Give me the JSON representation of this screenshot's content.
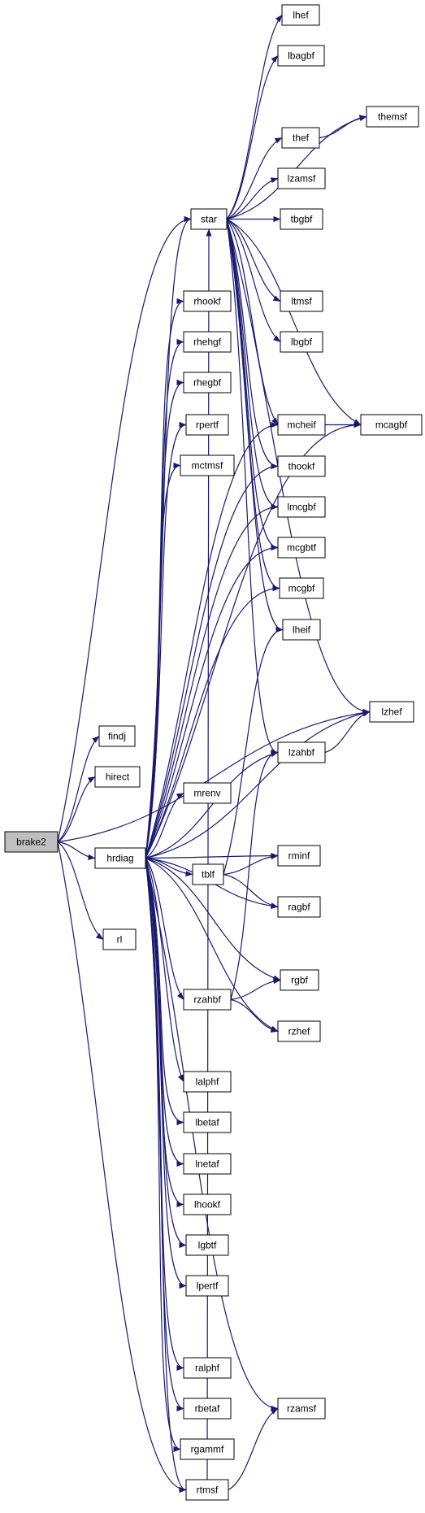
{
  "colors": {
    "edge": "#191970",
    "root_fill": "#bfbfbf",
    "node_fill": "#ffffff",
    "node_border": "#000000"
  },
  "root": "brake2",
  "nodes": [
    "brake2",
    "findj",
    "hirect",
    "hrdiag",
    "rl",
    "star",
    "lhef",
    "lbagbf",
    "thef",
    "themsf",
    "lzamsf",
    "tbgbf",
    "ltmsf",
    "lbgbf",
    "mcheif",
    "mcagbf",
    "thookf",
    "lmcgbf",
    "mcgbtf",
    "mcgbf",
    "lheif",
    "lzhef",
    "lzahbf",
    "rhookf",
    "rhehgf",
    "rhegbf",
    "rpertf",
    "mctmsf",
    "mrenv",
    "tblf",
    "rminf",
    "ragbf",
    "rgbf",
    "rzahbf",
    "rzhef",
    "lalphf",
    "lbetaf",
    "lnetaf",
    "lhookf",
    "lgbtf",
    "lpertf",
    "ralphf",
    "rbetaf",
    "rgammf",
    "rtmsf",
    "rzamsf"
  ],
  "edges": [
    [
      "brake2",
      "findj"
    ],
    [
      "brake2",
      "hirect"
    ],
    [
      "brake2",
      "hrdiag"
    ],
    [
      "brake2",
      "rl"
    ],
    [
      "brake2",
      "star"
    ],
    [
      "brake2",
      "lzhef"
    ],
    [
      "brake2",
      "rtmsf"
    ],
    [
      "star",
      "lhef"
    ],
    [
      "star",
      "lbagbf"
    ],
    [
      "star",
      "thef"
    ],
    [
      "star",
      "themsf"
    ],
    [
      "star",
      "lzamsf"
    ],
    [
      "star",
      "tbgbf"
    ],
    [
      "star",
      "ltmsf"
    ],
    [
      "star",
      "lbgbf"
    ],
    [
      "star",
      "mcheif"
    ],
    [
      "star",
      "mcagbf"
    ],
    [
      "star",
      "thookf"
    ],
    [
      "star",
      "lmcgbf"
    ],
    [
      "star",
      "mcgbtf"
    ],
    [
      "star",
      "mcgbf"
    ],
    [
      "star",
      "lheif"
    ],
    [
      "star",
      "lzhef"
    ],
    [
      "star",
      "lzahbf"
    ],
    [
      "thef",
      "themsf"
    ],
    [
      "mcheif",
      "mcagbf"
    ],
    [
      "lzahbf",
      "lzhef"
    ],
    [
      "hrdiag",
      "star"
    ],
    [
      "hrdiag",
      "rhookf"
    ],
    [
      "hrdiag",
      "rhehgf"
    ],
    [
      "hrdiag",
      "rhegbf"
    ],
    [
      "hrdiag",
      "rpertf"
    ],
    [
      "hrdiag",
      "mctmsf"
    ],
    [
      "hrdiag",
      "mcheif"
    ],
    [
      "hrdiag",
      "thookf"
    ],
    [
      "hrdiag",
      "lmcgbf"
    ],
    [
      "hrdiag",
      "mcgbtf"
    ],
    [
      "hrdiag",
      "mcgbf"
    ],
    [
      "hrdiag",
      "mcagbf"
    ],
    [
      "hrdiag",
      "lzhef"
    ],
    [
      "hrdiag",
      "lzahbf"
    ],
    [
      "hrdiag",
      "mrenv"
    ],
    [
      "hrdiag",
      "tblf"
    ],
    [
      "hrdiag",
      "rminf"
    ],
    [
      "hrdiag",
      "ragbf"
    ],
    [
      "hrdiag",
      "rgbf"
    ],
    [
      "hrdiag",
      "rzahbf"
    ],
    [
      "hrdiag",
      "rzhef"
    ],
    [
      "hrdiag",
      "lalphf"
    ],
    [
      "hrdiag",
      "lbetaf"
    ],
    [
      "hrdiag",
      "lnetaf"
    ],
    [
      "hrdiag",
      "lhookf"
    ],
    [
      "hrdiag",
      "lgbtf"
    ],
    [
      "hrdiag",
      "lpertf"
    ],
    [
      "hrdiag",
      "ralphf"
    ],
    [
      "hrdiag",
      "rbetaf"
    ],
    [
      "hrdiag",
      "rgammf"
    ],
    [
      "hrdiag",
      "rtmsf"
    ],
    [
      "hrdiag",
      "rzamsf"
    ],
    [
      "tblf",
      "lheif"
    ],
    [
      "tblf",
      "rminf"
    ],
    [
      "tblf",
      "ragbf"
    ],
    [
      "rzahbf",
      "lzahbf"
    ],
    [
      "rzahbf",
      "rgbf"
    ],
    [
      "rzahbf",
      "rzhef"
    ],
    [
      "rtmsf",
      "star"
    ],
    [
      "rtmsf",
      "rzamsf"
    ]
  ]
}
